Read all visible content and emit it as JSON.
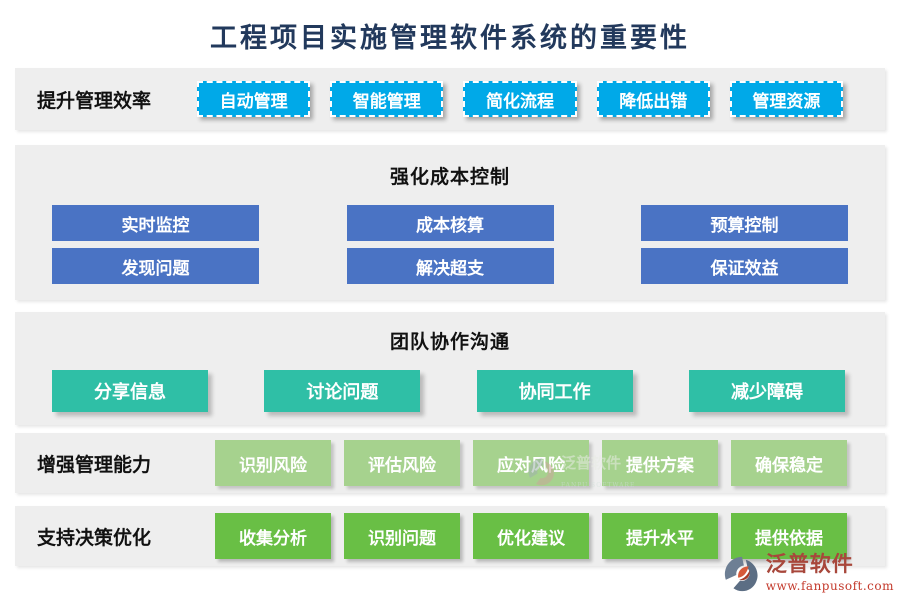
{
  "title": "工程项目实施管理软件系统的重要性",
  "colors": {
    "title_text": "#22395c",
    "band_background": "#eeeeee",
    "cyan_button": "#00a9e8",
    "blue_button": "#4a73c4",
    "teal_button": "#2fbfa6",
    "light_green_button": "#a6d28e",
    "green_button": "#69bf45",
    "brand_red": "#a8473b",
    "url_red": "#c43a2c"
  },
  "sections": [
    {
      "label": "提升管理效率",
      "buttons": [
        "自动管理",
        "智能管理",
        "简化流程",
        "降低出错",
        "管理资源"
      ]
    },
    {
      "heading": "强化成本控制",
      "rows": [
        [
          "实时监控",
          "成本核算",
          "预算控制"
        ],
        [
          "发现问题",
          "解决超支",
          "保证效益"
        ]
      ]
    },
    {
      "heading": "团队协作沟通",
      "buttons": [
        "分享信息",
        "讨论问题",
        "协同工作",
        "减少障碍"
      ]
    },
    {
      "label": "增强管理能力",
      "buttons": [
        "识别风险",
        "评估风险",
        "应对风险",
        "提供方案",
        "确保稳定"
      ]
    },
    {
      "label": "支持决策优化",
      "buttons": [
        "收集分析",
        "识别问题",
        "优化建议",
        "提升水平",
        "提供依据"
      ]
    }
  ],
  "watermark": {
    "brand": "泛普软件",
    "brand_en": "FANPU SOFTWARE",
    "url": "www.fanpusoft.com"
  }
}
